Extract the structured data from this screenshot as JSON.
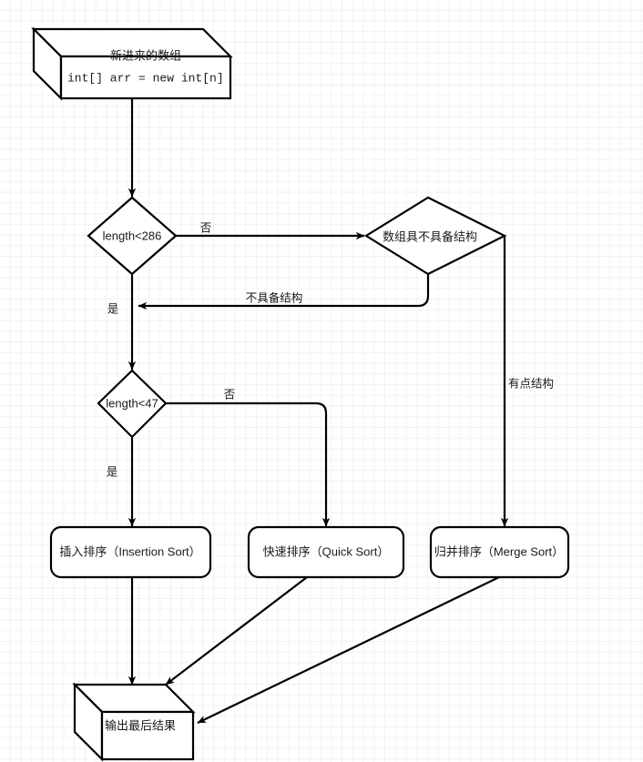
{
  "diagram": {
    "title": "Java Arrays.sort algorithm selection flowchart",
    "background": "#ffffff",
    "grid_color": "#e0e0e0",
    "stroke_color": "#000000",
    "text_color": "#1a1a1a"
  },
  "nodes": {
    "start": {
      "shape": "cube",
      "title": "新进来的数组",
      "code": "int[] arr = new int[n]"
    },
    "decision_286": {
      "shape": "diamond",
      "label": "length<286"
    },
    "decision_structure": {
      "shape": "diamond",
      "label": "数组具不具备结构"
    },
    "decision_47": {
      "shape": "diamond",
      "label": "length<47"
    },
    "insertion_sort": {
      "shape": "rounded-rect",
      "label": "插入排序（Insertion Sort）"
    },
    "quick_sort": {
      "shape": "rounded-rect",
      "label": "快速排序（Quick Sort）"
    },
    "merge_sort": {
      "shape": "rounded-rect",
      "label": "归并排序（Merge Sort）"
    },
    "output": {
      "shape": "cube",
      "label": "输出最后结果"
    }
  },
  "edges": {
    "start_to_286": {
      "label": ""
    },
    "286_no": {
      "label": "否"
    },
    "286_yes": {
      "label": "是"
    },
    "structure_none": {
      "label": "不具备结构"
    },
    "structure_some": {
      "label": "有点结构"
    },
    "47_no": {
      "label": "否"
    },
    "47_yes": {
      "label": "是"
    },
    "insertion_to_output": {
      "label": ""
    },
    "quick_to_output": {
      "label": ""
    },
    "merge_to_output": {
      "label": ""
    }
  }
}
